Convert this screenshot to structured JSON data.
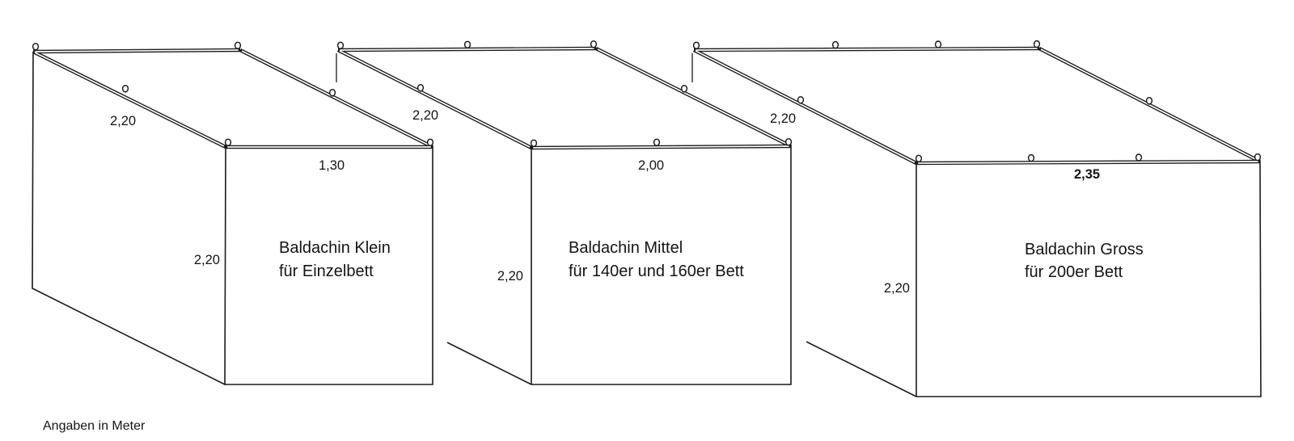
{
  "unit_note": "Angaben in Meter",
  "boxes": [
    {
      "title_line1": "Baldachin Klein",
      "title_line2": "für Einzelbett",
      "rail_depth_label": "2,20",
      "front_width_label": "1,30",
      "height_label": "2,20"
    },
    {
      "title_line1": "Baldachin Mittel",
      "title_line2": "für 140er und 160er Bett",
      "rail_depth_label": "2,20",
      "front_width_label": "2,00",
      "height_label": "2,20"
    },
    {
      "title_line1": "Baldachin Gross",
      "title_line2": "für 200er Bett",
      "rail_depth_label": "2,20",
      "front_width_label": "2,35",
      "height_label": "2,20"
    }
  ],
  "colors": {
    "line": "#1a1a1a",
    "background": "#ffffff"
  }
}
